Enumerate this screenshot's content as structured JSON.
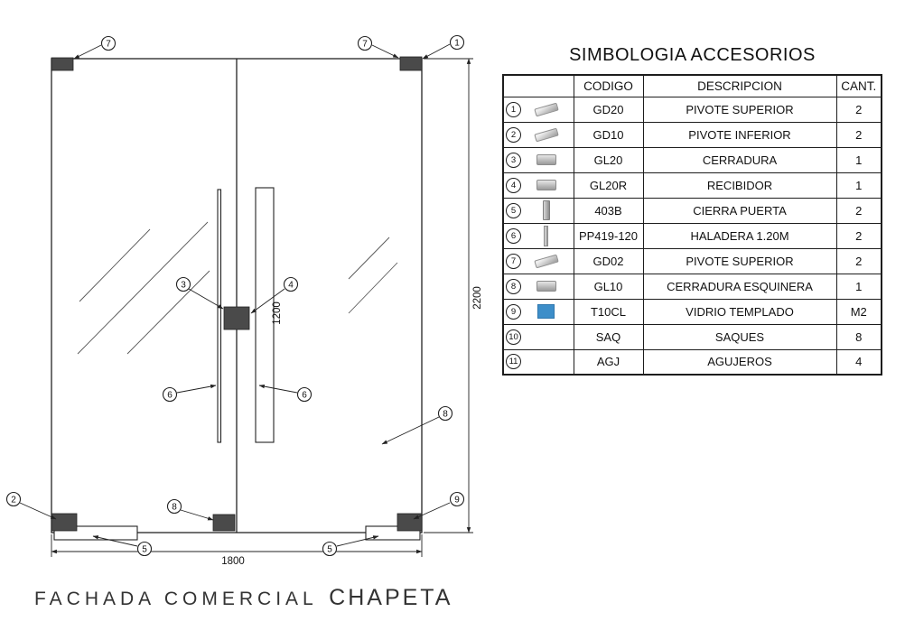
{
  "table": {
    "title": "SIMBOLOGIA ACCESORIOS",
    "headers": [
      "",
      "CODIGO",
      "DESCRIPCION",
      "CANT."
    ],
    "rows": [
      {
        "num": "1",
        "icon": "pivote-superior-icon",
        "codigo": "GD20",
        "descripcion": "PIVOTE SUPERIOR",
        "cant": "2"
      },
      {
        "num": "2",
        "icon": "pivote-inferior-icon",
        "codigo": "GD10",
        "descripcion": "PIVOTE INFERIOR",
        "cant": "2"
      },
      {
        "num": "3",
        "icon": "cerradura-icon",
        "codigo": "GL20",
        "descripcion": "CERRADURA",
        "cant": "1"
      },
      {
        "num": "4",
        "icon": "recibidor-icon",
        "codigo": "GL20R",
        "descripcion": "RECIBIDOR",
        "cant": "1"
      },
      {
        "num": "5",
        "icon": "cierra-puerta-icon",
        "codigo": "403B",
        "descripcion": "CIERRA PUERTA",
        "cant": "2"
      },
      {
        "num": "6",
        "icon": "haladera-icon",
        "codigo": "PP419-120",
        "descripcion": "HALADERA 1.20M",
        "cant": "2"
      },
      {
        "num": "7",
        "icon": "pivote-superior-icon",
        "codigo": "GD02",
        "descripcion": "PIVOTE SUPERIOR",
        "cant": "2"
      },
      {
        "num": "8",
        "icon": "cerradura-esquinera-icon",
        "codigo": "GL10",
        "descripcion": "CERRADURA ESQUINERA",
        "cant": "1"
      },
      {
        "num": "9",
        "icon": "vidrio-templado-icon",
        "codigo": "T10CL",
        "descripcion": "VIDRIO TEMPLADO",
        "cant": "M2"
      },
      {
        "num": "10",
        "icon": "",
        "codigo": "SAQ",
        "descripcion": "SAQUES",
        "cant": "8"
      },
      {
        "num": "11",
        "icon": "",
        "codigo": "AGJ",
        "descripcion": "AGUJEROS",
        "cant": "4"
      }
    ]
  },
  "drawing": {
    "dim_width": "1800",
    "dim_height": "2200",
    "dim_handle": "1200",
    "callouts": {
      "pivot_top_left": "7",
      "pivot_top_right": "7",
      "pivot_top_right_2": "1",
      "cerradura": "3",
      "recibidor": "4",
      "haladera_left": "6",
      "haladera_right": "6",
      "vidrio": "8",
      "pivot_bottom_left": "2",
      "esquinera": "8",
      "pivot_bottom_right": "9",
      "cierra_left": "5",
      "cierra_right": "5"
    }
  },
  "footer": {
    "title": "FACHADA COMERCIAL",
    "brand": "CHAPETA"
  },
  "colors": {
    "glass_blue": "#3d8ec9",
    "hardware_dark": "#4a4a4a"
  }
}
